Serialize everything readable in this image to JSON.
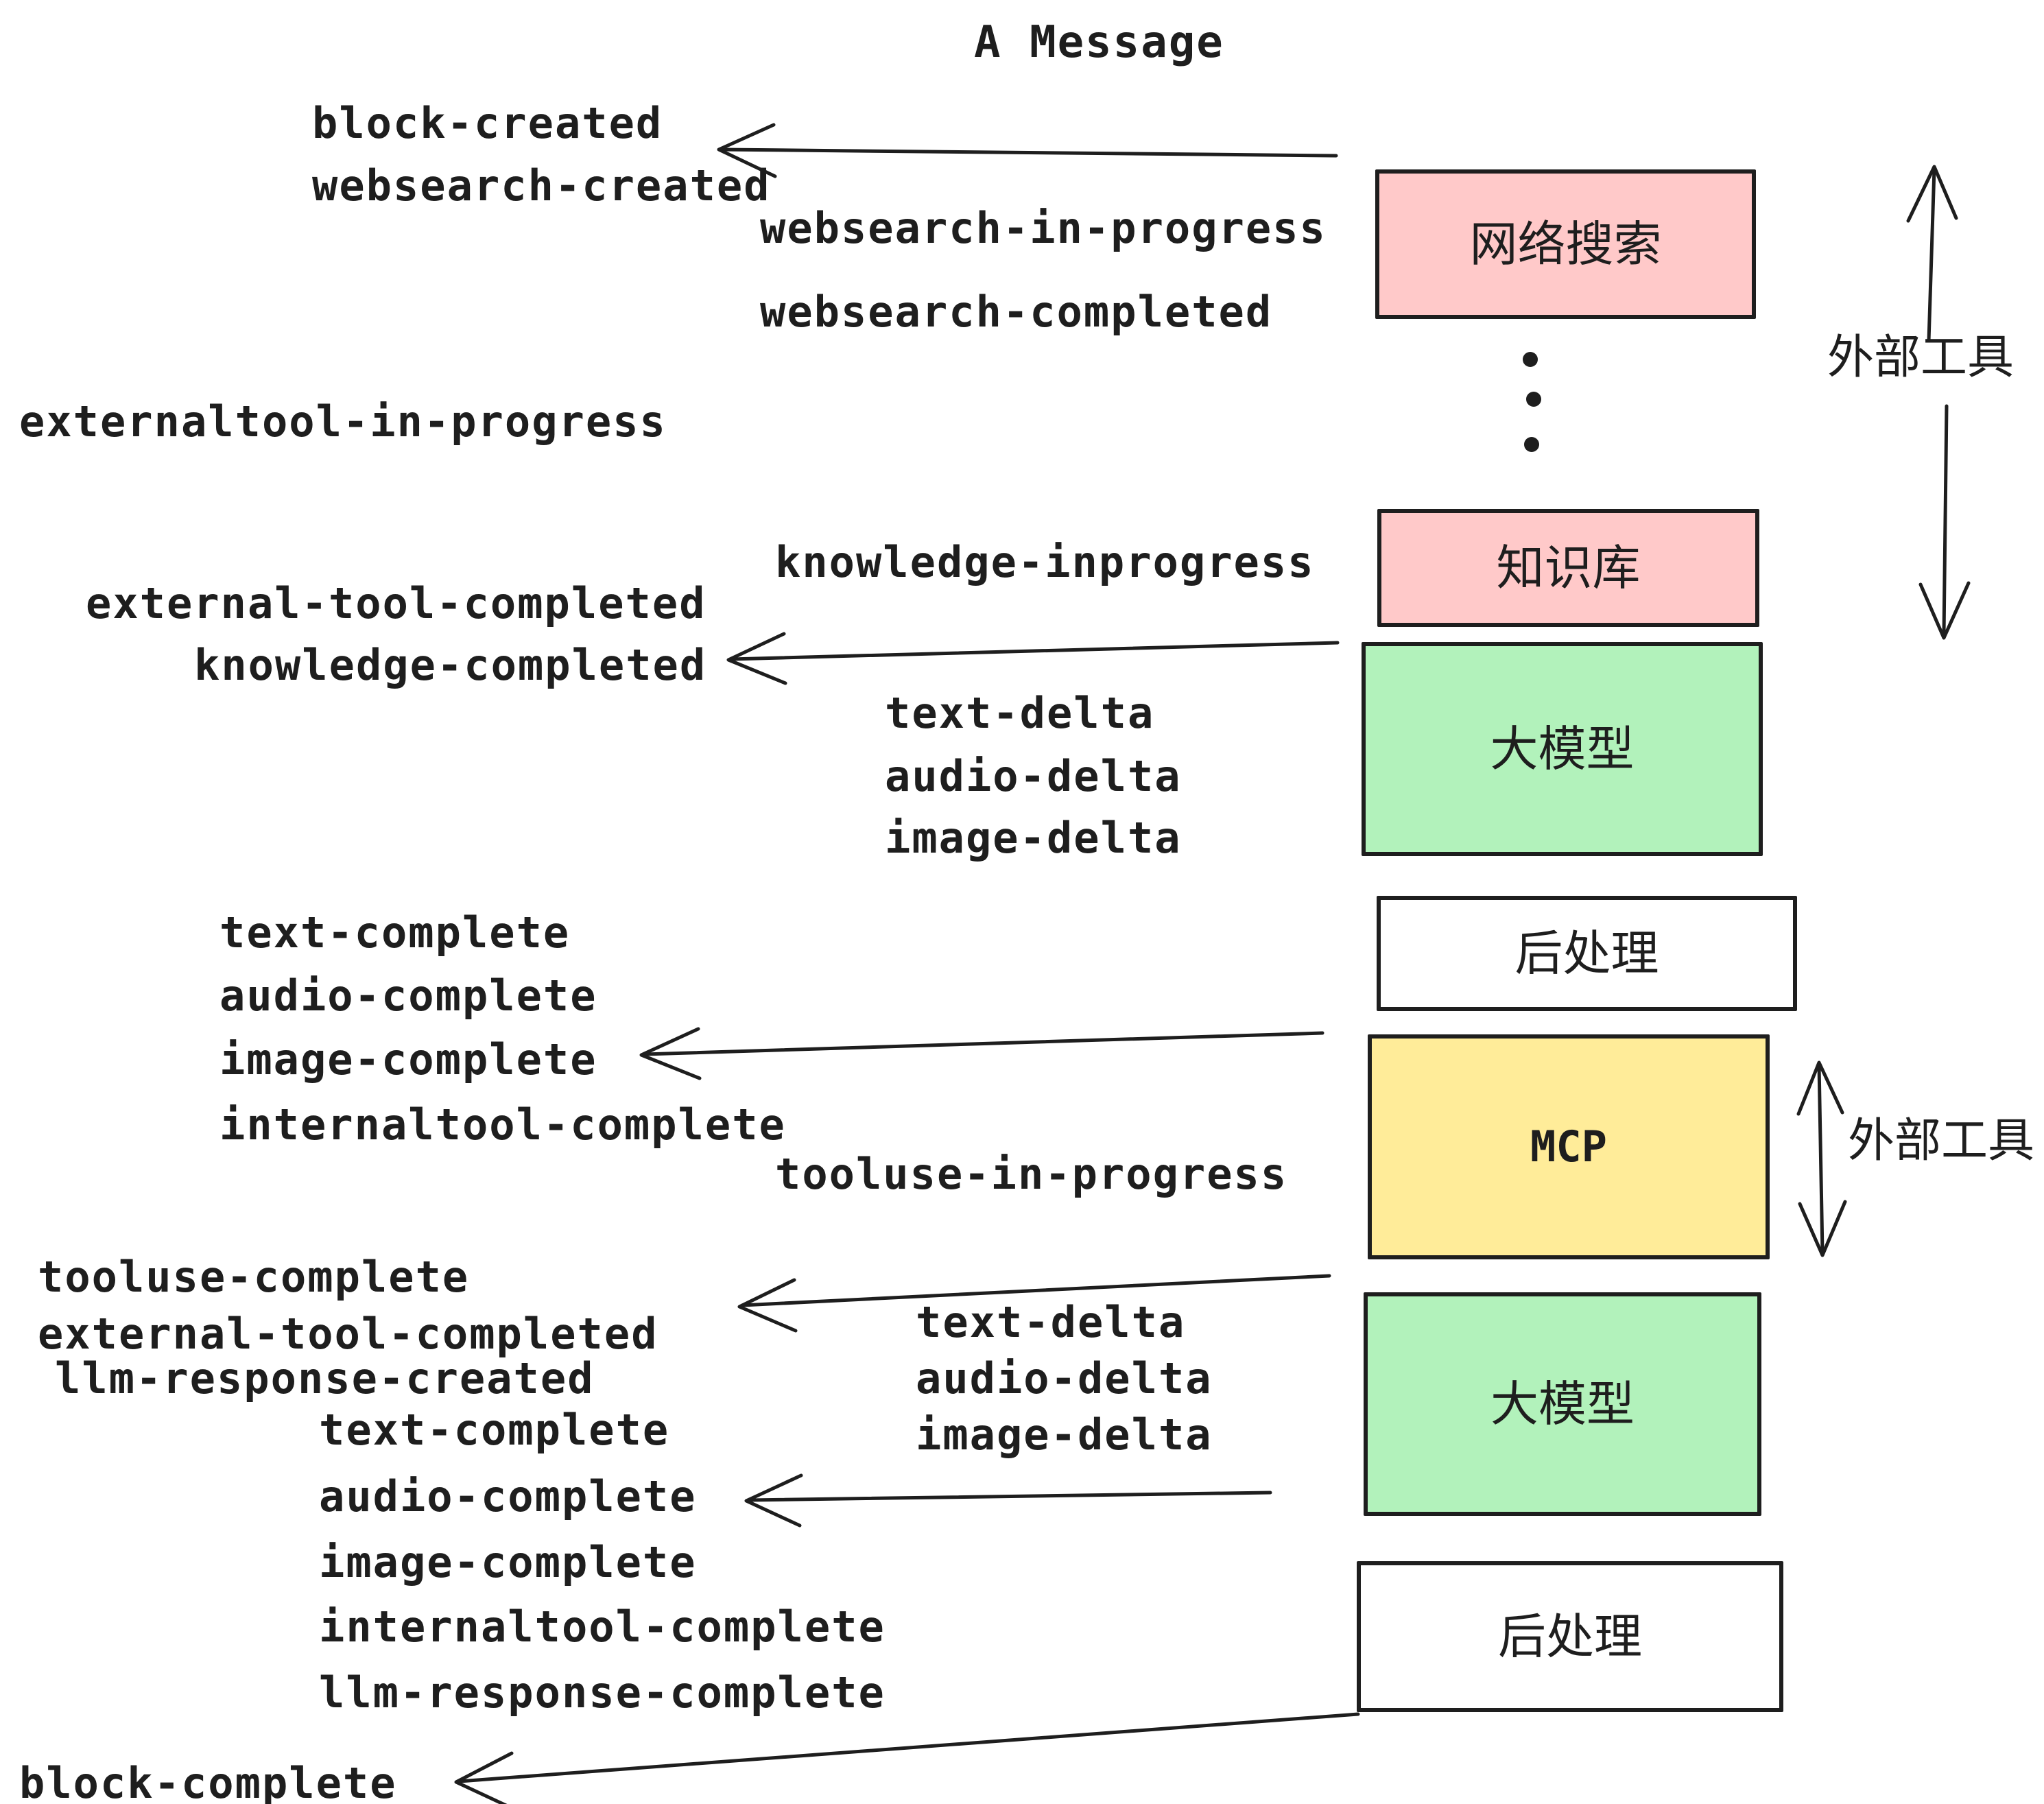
{
  "title": "A Message",
  "colors": {
    "stroke": "#1e1e1e",
    "background": "#ffffff",
    "box_pink": "#ffc9c9",
    "box_green": "#b2f2bb",
    "box_yellow": "#ffec99",
    "box_white": "#ffffff"
  },
  "nodes": {
    "websearch": {
      "label": "网络搜索"
    },
    "knowledge": {
      "label": "知识库"
    },
    "llm_top": {
      "label": "大模型"
    },
    "postprocess_top": {
      "label": "后处理"
    },
    "mcp": {
      "label": "MCP"
    },
    "llm_bottom": {
      "label": "大模型"
    },
    "postprocess_bottom": {
      "label": "后处理"
    }
  },
  "side_labels": {
    "external_tools_top": "外部工具",
    "external_tools_bottom": "外部工具"
  },
  "events": {
    "block_created": "block-created",
    "websearch_created": "websearch-created",
    "websearch_in_progress": "websearch-in-progress",
    "websearch_completed": "websearch-completed",
    "externaltool_in_progress": "externaltool-in-progress",
    "knowledge_inprogress": "knowledge-inprogress",
    "external_tool_completed_top": "external-tool-completed",
    "knowledge_completed": "knowledge-completed",
    "text_delta_top": "text-delta",
    "audio_delta_top": "audio-delta",
    "image_delta_top": "image-delta",
    "text_complete_top": "text-complete",
    "audio_complete_top": "audio-complete",
    "image_complete_top": "image-complete",
    "internaltool_complete_top": "internaltool-complete",
    "tooluse_in_progress": "tooluse-in-progress",
    "tooluse_complete": "tooluse-complete",
    "external_tool_completed_bottom": "external-tool-completed",
    "llm_response_created": "llm-response-created",
    "text_delta_bottom": "text-delta",
    "audio_delta_bottom": "audio-delta",
    "image_delta_bottom": "image-delta",
    "text_complete_bottom": "text-complete",
    "audio_complete_bottom": "audio-complete",
    "image_complete_bottom": "image-complete",
    "internaltool_complete_bottom": "internaltool-complete",
    "llm_response_complete": "llm-response-complete",
    "block_complete": "block-complete"
  }
}
